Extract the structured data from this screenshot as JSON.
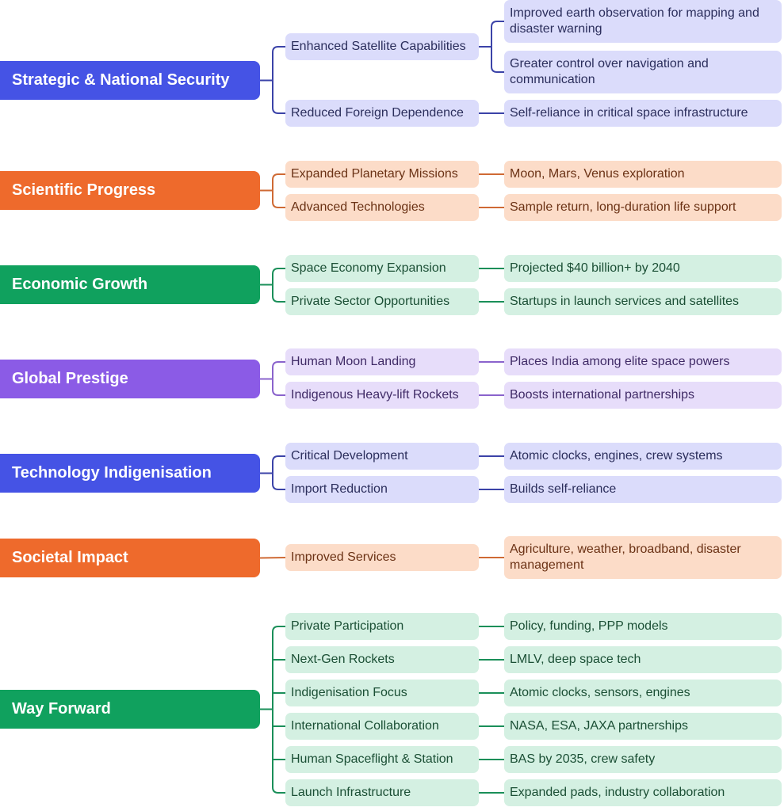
{
  "colors": {
    "blue": {
      "root": "#4553e5",
      "light": "#dbdcfb",
      "line": "#3b43a8",
      "text": "#2b2e5c"
    },
    "orange": {
      "root": "#ee6a2c",
      "light": "#fcdcc8",
      "line": "#cf6a34",
      "text": "#6b3215"
    },
    "green": {
      "root": "#10a15e",
      "light": "#d4f0e2",
      "line": "#1a8f59",
      "text": "#1b4f35"
    },
    "purple": {
      "root": "#8b5be6",
      "light": "#e7ddfa",
      "line": "#8a63cc",
      "text": "#3f2a66"
    }
  },
  "groups": [
    {
      "label": "Strategic & National Security",
      "theme": "blue",
      "branches": [
        {
          "label": "Enhanced Satellite Capabilities",
          "details": [
            "Improved earth observation for mapping and disaster warning",
            "Greater control over navigation and communication"
          ]
        },
        {
          "label": "Reduced Foreign Dependence",
          "details": [
            "Self-reliance in critical space infrastructure"
          ]
        }
      ]
    },
    {
      "label": "Scientific Progress",
      "theme": "orange",
      "branches": [
        {
          "label": "Expanded Planetary Missions",
          "details": [
            "Moon, Mars, Venus exploration"
          ]
        },
        {
          "label": "Advanced Technologies",
          "details": [
            "Sample return, long-duration life support"
          ]
        }
      ]
    },
    {
      "label": "Economic Growth",
      "theme": "green",
      "branches": [
        {
          "label": "Space Economy Expansion",
          "details": [
            "Projected $40 billion+ by 2040"
          ]
        },
        {
          "label": "Private Sector Opportunities",
          "details": [
            "Startups in launch services and satellites"
          ]
        }
      ]
    },
    {
      "label": "Global Prestige",
      "theme": "purple",
      "branches": [
        {
          "label": "Human Moon Landing",
          "details": [
            "Places India among elite space powers"
          ]
        },
        {
          "label": "Indigenous Heavy-lift Rockets",
          "details": [
            "Boosts international partnerships"
          ]
        }
      ]
    },
    {
      "label": "Technology Indigenisation",
      "theme": "blue",
      "branches": [
        {
          "label": "Critical Development",
          "details": [
            "Atomic clocks, engines, crew systems"
          ]
        },
        {
          "label": "Import Reduction",
          "details": [
            "Builds self-reliance"
          ]
        }
      ]
    },
    {
      "label": "Societal Impact",
      "theme": "orange",
      "branches": [
        {
          "label": "Improved Services",
          "details": [
            "Agriculture, weather, broadband, disaster management"
          ]
        }
      ]
    },
    {
      "label": "Way Forward",
      "theme": "green",
      "branches": [
        {
          "label": "Private Participation",
          "details": [
            "Policy, funding, PPP models"
          ]
        },
        {
          "label": "Next-Gen Rockets",
          "details": [
            "LMLV, deep space tech"
          ]
        },
        {
          "label": "Indigenisation Focus",
          "details": [
            "Atomic clocks, sensors, engines"
          ]
        },
        {
          "label": "International Collaboration",
          "details": [
            "NASA, ESA, JAXA partnerships"
          ]
        },
        {
          "label": "Human Spaceflight & Station",
          "details": [
            "BAS by 2035, crew safety"
          ]
        },
        {
          "label": "Launch Infrastructure",
          "details": [
            "Expanded pads, industry collaboration"
          ]
        }
      ]
    }
  ]
}
